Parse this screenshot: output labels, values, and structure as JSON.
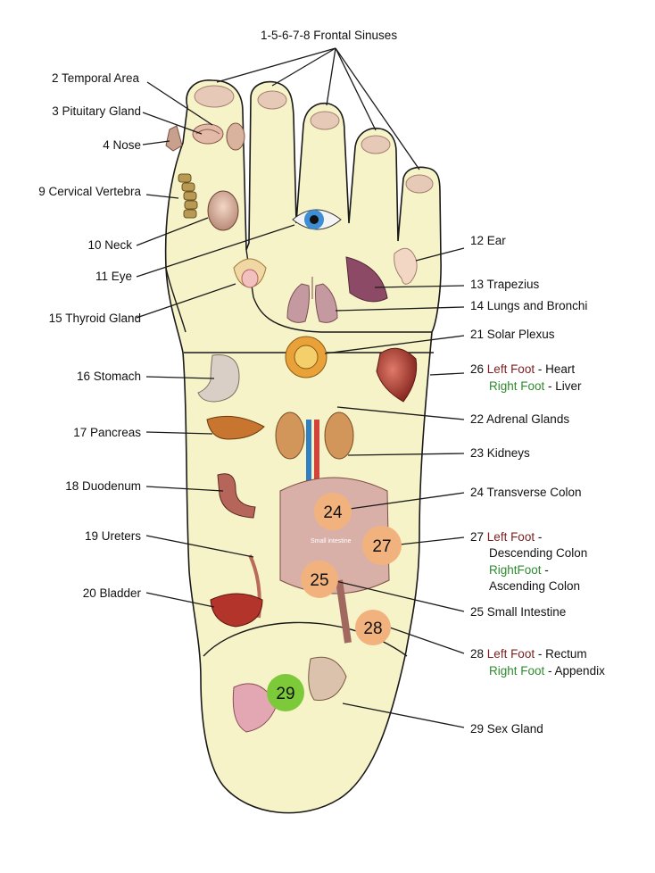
{
  "colors": {
    "foot_fill": "#f7f3c8",
    "outline": "#1a1a1a",
    "circle_orange": "#f2b27e",
    "circle_green": "#7cc93a",
    "left_foot_text": "#7a1f1f",
    "right_foot_text": "#2e8b2e"
  },
  "labels": {
    "frontal_sinuses": "1-5-6-7-8 Frontal Sinuses",
    "temporal_area": "2 Temporal Area",
    "pituitary_gland": "3 Pituitary Gland",
    "nose": "4 Nose",
    "cervical_vertebra": "9 Cervical Vertebra",
    "neck": "10 Neck",
    "eye": "11 Eye",
    "thyroid_gland": "15 Thyroid Gland",
    "stomach": "16 Stomach",
    "pancreas": "17 Pancreas",
    "duodenum": "18 Duodenum",
    "ureters": "19 Ureters",
    "bladder": "20 Bladder",
    "ear": "12 Ear",
    "trapezius": "13 Trapezius",
    "lungs": "14 Lungs and Bronchi",
    "solar_plexus": "21 Solar Plexus",
    "heart_num": "26",
    "heart_left": "Left Foot",
    "heart_left_rest": " - Heart",
    "heart_right": "Right Foot",
    "heart_right_rest": " - Liver",
    "adrenal": "22 Adrenal Glands",
    "kidneys": "23 Kidneys",
    "transverse_colon": "24 Transverse Colon",
    "colon_num": "27",
    "colon_left": "Left Foot",
    "colon_left_rest": " -",
    "colon_left_line2": "Descending Colon",
    "colon_right": "RightFoot",
    "colon_right_rest": " -",
    "colon_right_line2": "Ascending Colon",
    "small_intestine": "25 Small Intestine",
    "rectum_num": "28",
    "rectum_left": "Left Foot",
    "rectum_left_rest": " - Rectum",
    "rectum_right": "Right Foot",
    "rectum_right_rest": " - Appendix",
    "sex_gland": "29 Sex Gland",
    "small_intestine_inner": "Small intestine"
  },
  "circles": {
    "c24": "24",
    "c27": "27",
    "c25": "25",
    "c28": "28",
    "c29": "29"
  },
  "icons": [
    "eye-icon",
    "lungs-icon",
    "heart-icon",
    "kidneys-icon",
    "stomach-icon",
    "pancreas-icon",
    "duodenum-icon",
    "intestine-icon",
    "bladder-icon",
    "ureter-icon",
    "ear-icon",
    "trapezius-icon",
    "thyroid-icon",
    "brain-icon",
    "nose-icon",
    "spine-icon",
    "neck-icon",
    "solar-plexus-icon",
    "sex-gland-icon",
    "toe-nail-icon"
  ]
}
